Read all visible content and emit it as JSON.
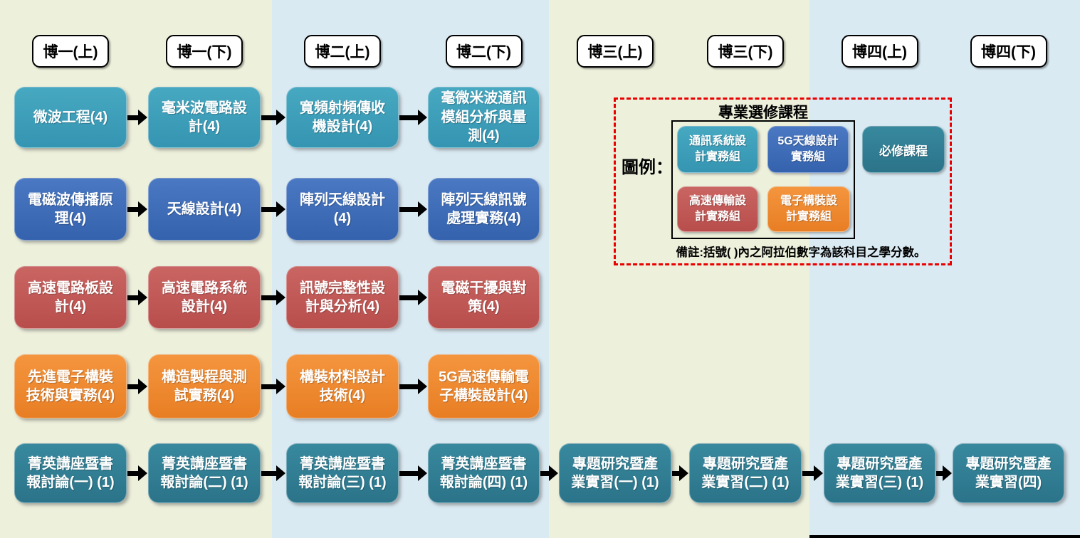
{
  "headers": [
    "博一(上)",
    "博一(下)",
    "博二(上)",
    "博二(下)",
    "博三(上)",
    "博三(下)",
    "博四(上)",
    "博四(下)"
  ],
  "tracks": [
    {
      "name": "communication-system-track",
      "color": "teal",
      "courses": [
        {
          "col": 0,
          "label": "微波工程(4)"
        },
        {
          "col": 1,
          "label": "毫米波電路設計(4)"
        },
        {
          "col": 2,
          "label": "寬頻射頻傳收機設計(4)"
        },
        {
          "col": 3,
          "label": "毫微米波通訊模組分析與量測(4)"
        }
      ]
    },
    {
      "name": "antenna-design-track",
      "color": "blue",
      "courses": [
        {
          "col": 0,
          "label": "電磁波傳播原理(4)"
        },
        {
          "col": 1,
          "label": "天線設計(4)"
        },
        {
          "col": 2,
          "label": "陣列天線設計(4)"
        },
        {
          "col": 3,
          "label": "陣列天線訊號處理實務(4)"
        }
      ]
    },
    {
      "name": "high-speed-transmission-track",
      "color": "red",
      "courses": [
        {
          "col": 0,
          "label": "高速電路板設計(4)"
        },
        {
          "col": 1,
          "label": "高速電路系統設計(4)"
        },
        {
          "col": 2,
          "label": "訊號完整性設計與分析(4)"
        },
        {
          "col": 3,
          "label": "電磁干擾與對策(4)"
        }
      ]
    },
    {
      "name": "electronic-packaging-track",
      "color": "orange",
      "courses": [
        {
          "col": 0,
          "label": "先進電子構裝技術與實務(4)"
        },
        {
          "col": 1,
          "label": "構造製程與測試實務(4)"
        },
        {
          "col": 2,
          "label": "構裝材料設計技術(4)"
        },
        {
          "col": 3,
          "label": "5G高速傳輸電子構裝設計(4)"
        }
      ]
    },
    {
      "name": "required-seminar-track",
      "color": "darkteal",
      "courses": [
        {
          "col": 0,
          "label": "菁英講座暨書報討論(一) (1)"
        },
        {
          "col": 1,
          "label": "菁英講座暨書報討論(二) (1)"
        },
        {
          "col": 2,
          "label": "菁英講座暨書報討論(三) (1)"
        },
        {
          "col": 3,
          "label": "菁英講座暨書報討論(四) (1)"
        },
        {
          "col": 4,
          "label": "專題研究暨產業實習(一) (1)"
        },
        {
          "col": 5,
          "label": "專題研究暨產業實習(二) (1)"
        },
        {
          "col": 6,
          "label": "專題研究暨產業實習(三) (1)"
        },
        {
          "col": 7,
          "label": "專題研究暨產業實習(四)"
        }
      ]
    }
  ],
  "legend": {
    "caption": "圖例：",
    "title": "專業選修課程",
    "groups": [
      {
        "label": "通訊系統設計實務組",
        "color": "teal"
      },
      {
        "label": "5G天線設計實務組",
        "color": "blue"
      },
      {
        "label": "高速傳輸設計實務組",
        "color": "red"
      },
      {
        "label": "電子構裝設計實務組",
        "color": "orange"
      }
    ],
    "required_label": "必修課程",
    "note": "備註:括號( )內之阿拉伯數字為該科目之學分數。"
  },
  "colors": {
    "teal_top": "#47a8c1",
    "teal_bottom": "#3595b2",
    "blue_top": "#4a78c2",
    "blue_bottom": "#3462ad",
    "red_top": "#c96562",
    "red_bottom": "#b84e4c",
    "orange_top": "#f4953e",
    "orange_bottom": "#e87e24",
    "darkteal_top": "#38899e",
    "darkteal_bottom": "#2b7389",
    "band_green": "#edf0db",
    "band_blue": "#daeaf3",
    "arrow": "#000000",
    "legend_border": "#e90000"
  }
}
